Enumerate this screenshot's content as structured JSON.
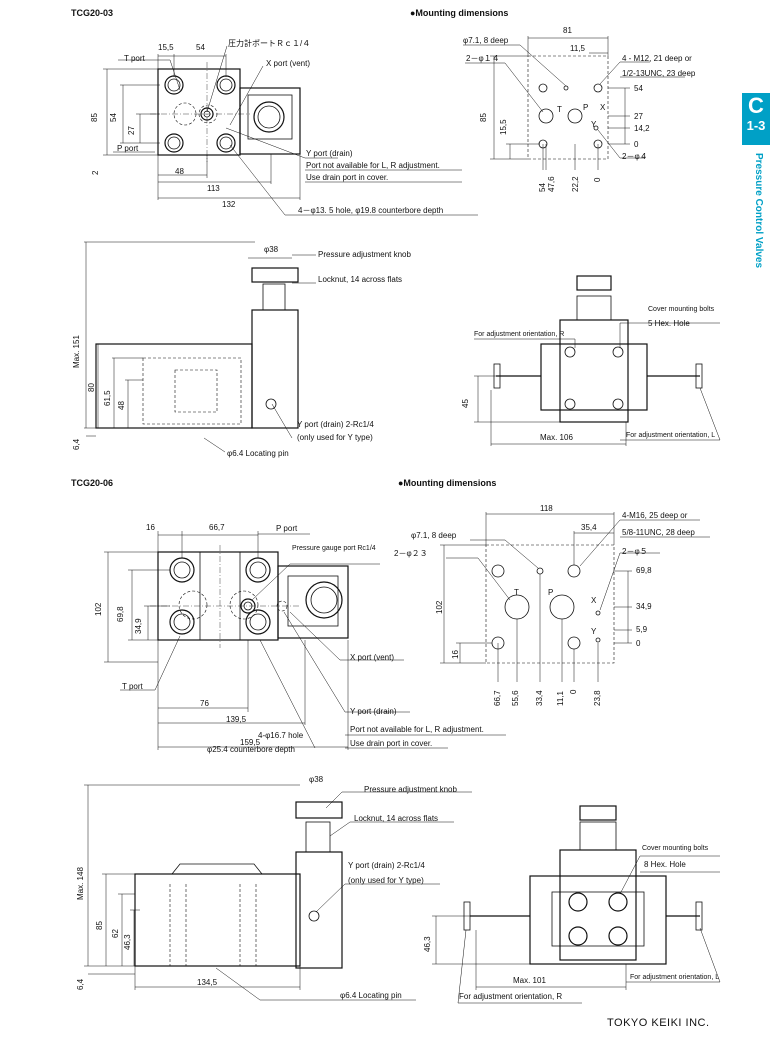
{
  "sections": {
    "tcg20_03_title": "TCG20-03",
    "tcg20_06_title": "TCG20-06",
    "mount_title_03": "●Mounting dimensions",
    "mount_title_06": "●Mounting dimensions"
  },
  "tcg20_03_top": {
    "d15_5": "15,5",
    "d54": "54",
    "d48": "48",
    "d113": "113",
    "d132": "132",
    "d85": "85",
    "d54v": "54",
    "d27": "27",
    "d2": "2",
    "t_port": "T port",
    "p_port": "P port",
    "gauge_port": "圧力計ポートＲｃ１/４",
    "x_port": "X port (vent)",
    "y_drain": "Y port (drain)",
    "y_note1": "Port not available for L, R adjustment.",
    "y_note2": "Use drain port in cover.",
    "hole": "4－φ13. 5 hole, φ19.8 counterbore depth"
  },
  "mount_03": {
    "d81": "81",
    "d11_5": "11,5",
    "phi71": "φ7.1, 8 deep",
    "phi14": "2－φ１４",
    "m12a": "4 - M12, 21 deep or",
    "m12b": "1/2-13UNC, 23 deep",
    "v54": "54",
    "v27": "27",
    "v14_2": "14,2",
    "v0": "0",
    "phi4": "2－φ４",
    "d85": "85",
    "d15_5": "15,5",
    "T": "T",
    "P": "P",
    "X": "X",
    "Y": "Y",
    "x54": "54",
    "x47_6": "47,6",
    "x22_2": "22,2",
    "x0": "0"
  },
  "tcg20_03_side": {
    "phi38": "φ38",
    "knob": "Pressure adjustment knob",
    "locknut": "Locknut, 14 across flats",
    "max151": "Max. 151",
    "d80": "80",
    "d61_5": "61,5",
    "d48": "48",
    "d6_4": "6,4",
    "y_drain": "Y port (drain) 2-Rc1/4",
    "y_only": "(only used for Y type)",
    "loc_pin": "φ6.4 Locating pin"
  },
  "tcg20_03_front": {
    "cover_bolts": "Cover mounting bolts",
    "hex": "5 Hex. Hole",
    "orient_r": "For adjustment orientation, R",
    "orient_l": "For adjustment orientation, L",
    "max106": "Max. 106",
    "d45": "45"
  },
  "tcg20_06_top": {
    "d16": "16",
    "d66_7": "66,7",
    "p_port": "P port",
    "gauge": "Pressure gauge port Rc1/4",
    "d102": "102",
    "d69_8": "69,8",
    "d34_9": "34,9",
    "x_port": "X port (vent)",
    "t_port": "T port",
    "d76": "76",
    "d139_5": "139,5",
    "d159_5": "159,5",
    "y_drain": "Y port (drain)",
    "y_note1": "Port not available for L, R adjustment.",
    "y_note2": "Use drain port in cover.",
    "hole1": "4-φ16.7 hole",
    "hole2": "φ25.4 counterbore depth"
  },
  "mount_06": {
    "d118": "118",
    "d35_4": "35,4",
    "m16a": "4-M16, 25 deep or",
    "m16b": "5/8-11UNC, 28 deep",
    "phi71": "φ7.1, 8 deep",
    "phi23": "2－φ２３",
    "phi5": "2－φ５",
    "v69_8": "69,8",
    "v34_9": "34,9",
    "v5_9": "5,9",
    "v0": "0",
    "d102": "102",
    "d16": "16",
    "T": "T",
    "P": "P",
    "X": "X",
    "Y": "Y",
    "x66_7": "66,7",
    "x55_6": "55,6",
    "x33_4": "33,4",
    "x11_1": "11,1",
    "x0": "0",
    "x23_8": "23,8"
  },
  "tcg20_06_side": {
    "phi38": "φ38",
    "knob": "Pressure adjustment knob",
    "locknut": "Locknut, 14 across flats",
    "y_drain": "Y port (drain) 2-Rc1/4",
    "y_only": "(only used for Y type)",
    "max148": "Max. 148",
    "d85": "85",
    "d62": "62",
    "d46_3": "46,3",
    "d6_4": "6,4",
    "d134_5": "134,5",
    "loc_pin": "φ6.4 Locating pin"
  },
  "tcg20_06_front": {
    "cover_bolts": "Cover mounting bolts",
    "hex": "8 Hex. Hole",
    "d46_3": "46,3",
    "max101": "Max. 101",
    "orient_l": "For adjustment orientation, L",
    "orient_r": "For adjustment orientation, R"
  },
  "side_tab": {
    "code_top": "C",
    "code_bottom": "1-3",
    "label": "Pressure Control Valves",
    "color": "#00a0c6"
  },
  "footer": {
    "company": "TOKYO KEIKI INC."
  }
}
